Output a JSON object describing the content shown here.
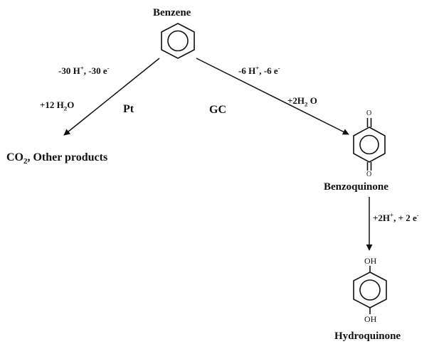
{
  "compounds": {
    "benzene": "Benzene",
    "benzoquinone": "Benzoquinone",
    "hydroquinone": "Hydroquinone",
    "oxygen_atom": "O",
    "hydroxyl_group": "OH"
  },
  "left_branch": {
    "reagent_protons": "-30 H",
    "reagent_electrons": ", -30 e",
    "water_coefficient": "+12 H",
    "water_suffix": "O",
    "electrode": "Pt",
    "product_co": "CO",
    "product_rest": ", Other products"
  },
  "right_branch": {
    "reagent_protons": "-6 H",
    "reagent_electrons": ", -6 e",
    "water": "+2H",
    "water_suffix": " O",
    "electrode": "GC"
  },
  "reduction_step": {
    "protons": "+2H",
    "electrons": ", + 2 e"
  },
  "superscripts": {
    "plus": "+",
    "minus": "-"
  },
  "subscripts": {
    "two": "2"
  }
}
